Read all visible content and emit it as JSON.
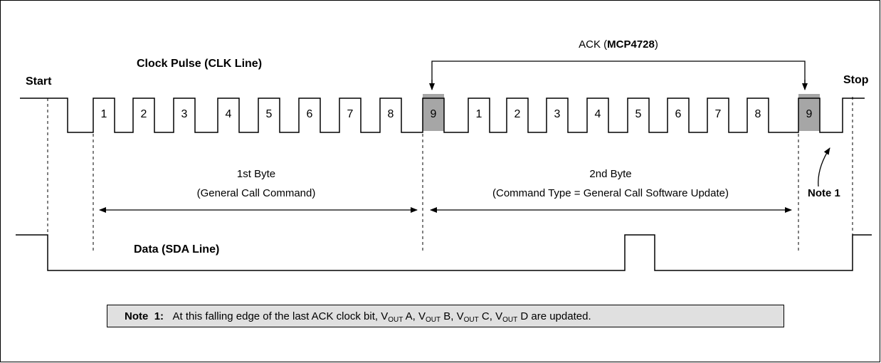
{
  "labels": {
    "start": "Start",
    "stop": "Stop",
    "clock_line": "Clock Pulse (CLK Line)",
    "data_line": "Data (SDA Line)",
    "ack_prefix": "ACK (",
    "ack_device": "MCP4728",
    "ack_suffix": ")",
    "byte1_title": "1st Byte",
    "byte1_desc": "(General Call Command)",
    "byte2_title": "2nd Byte",
    "byte2_desc": "(Command Type = General Call Software Update)",
    "note_ref": "Note 1"
  },
  "clock_pulses": {
    "byte1": [
      "1",
      "2",
      "3",
      "4",
      "5",
      "6",
      "7",
      "8"
    ],
    "ack1": "9",
    "byte2": [
      "1",
      "2",
      "3",
      "4",
      "5",
      "6",
      "7",
      "8"
    ],
    "ack2": "9"
  },
  "note": {
    "label": "Note",
    "number": "1:",
    "text_before": "At this falling edge of the last ACK clock bit, V",
    "sub": "OUT",
    "items": [
      " A, V",
      " B, V",
      " C, V",
      " D are updated."
    ]
  },
  "colors": {
    "ack_fill": "#a6a6a6",
    "note_bg": "#e0e0e0",
    "line": "#000000"
  }
}
